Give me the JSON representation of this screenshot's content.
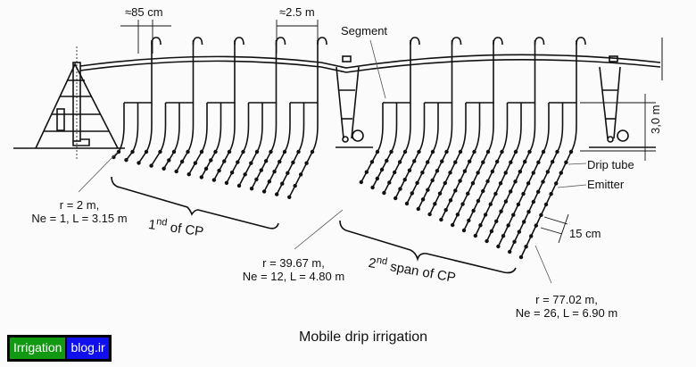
{
  "diagram": {
    "title": "Mobile drip irrigation",
    "dimensions": {
      "tube_spacing": "≈85 cm",
      "segment_spacing": "≈2.5 m",
      "height": "3,0 m",
      "emitter_spacing": "15 cm"
    },
    "labels": {
      "segment": "Segment",
      "drip_tube": "Drip tube",
      "emitter": "Emitter"
    },
    "spans": {
      "first": {
        "sup": "nd",
        "num": "1",
        "rest": "of CP"
      },
      "second": {
        "sup": "nd",
        "num": "2",
        "rest": "span of CP"
      }
    },
    "annotations": [
      {
        "line1": "r = 2 m,",
        "line2": "Ne = 1, L = 3.15 m"
      },
      {
        "line1": "r = 39.67 m,",
        "line2": "Ne = 12, L = 4.80 m"
      },
      {
        "line1": "r = 77.02 m,",
        "line2": "Ne = 26, L = 6.90 m"
      }
    ],
    "colors": {
      "logo_green": "#119a11",
      "logo_blue": "#1010ee",
      "ink": "#111111"
    }
  },
  "logo": {
    "part1": "Irrigation",
    "part2": "blog.ir"
  }
}
